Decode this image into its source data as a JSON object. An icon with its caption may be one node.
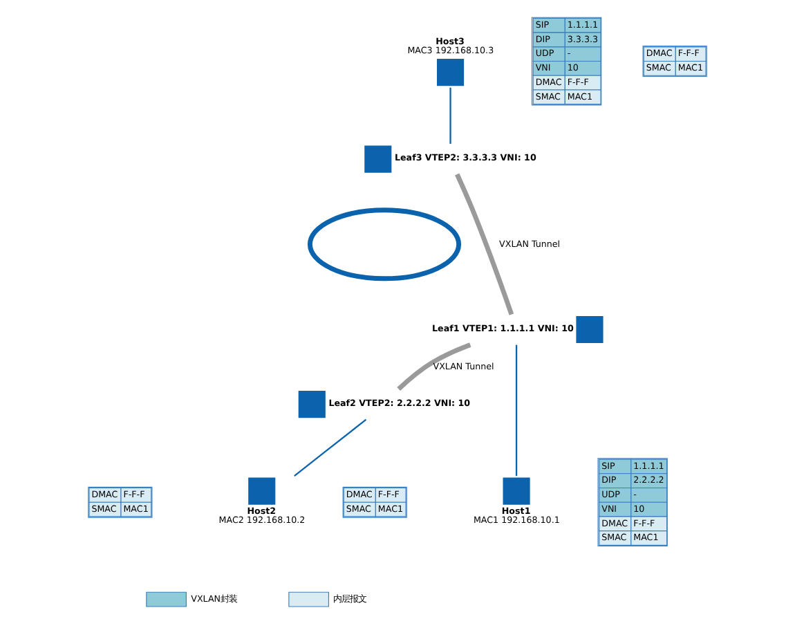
{
  "diagram": {
    "nodes": [
      {
        "text": [
          "Host3",
          "MAC3 192.168.10.3"
        ]
      },
      {
        "text": [
          "Leaf3 VTEP2: 3.3.3.3 VNI: 10"
        ]
      },
      {
        "text": [],
        "shape": "cloud"
      },
      {
        "text": [
          "Leaf1 VTEP1: 1.1.1.1 VNI: 10"
        ]
      },
      {
        "text": [
          "Leaf2 VTEP2: 2.2.2.2 VNI: 10"
        ]
      },
      {
        "text": [
          "Host1",
          "MAC1 192.168.10.1"
        ]
      },
      {
        "text": [
          "Host2",
          "MAC2 192.168.10.2"
        ]
      }
    ],
    "edges": [
      {
        "from": 0,
        "to": 1,
        "arrow": "none"
      },
      {
        "from": 3,
        "to": 1,
        "arrow": "none",
        "label": "VXLAN Tunnel",
        "style": "thick",
        "color": "#9a9a9a"
      },
      {
        "from": 3,
        "to": 4,
        "arrow": "none",
        "label": "VXLAN Tunnel",
        "style": "thick",
        "color": "#9a9a9a"
      },
      {
        "from": 3,
        "to": 5,
        "arrow": "none"
      },
      {
        "from": 4,
        "to": 6,
        "arrow": "none"
      }
    ],
    "labels": [
      "SIP",
      "1.1.1.1",
      "DIP",
      "3.3.3.3",
      "UDP",
      "-",
      "VNI",
      "10",
      "DMAC",
      "F-F-F",
      "SMAC",
      "MAC1",
      "DMAC",
      "F-F-F",
      "SMAC",
      "MAC1",
      "DMAC",
      "F-F-F",
      "SMAC",
      "MAC1",
      "DMAC",
      "F-F-F",
      "SMAC",
      "MAC1",
      "SIP",
      "1.1.1.1",
      "DIP",
      "2.2.2.2",
      "UDP",
      "-",
      "VNI",
      "10",
      "DMAC",
      "F-F-F",
      "SMAC",
      "MAC1"
    ],
    "legend": [
      {
        "text": "VXLAN封装",
        "color": "#8fcad9"
      },
      {
        "text": "内层报文",
        "color": "#d9ecf3"
      }
    ]
  }
}
